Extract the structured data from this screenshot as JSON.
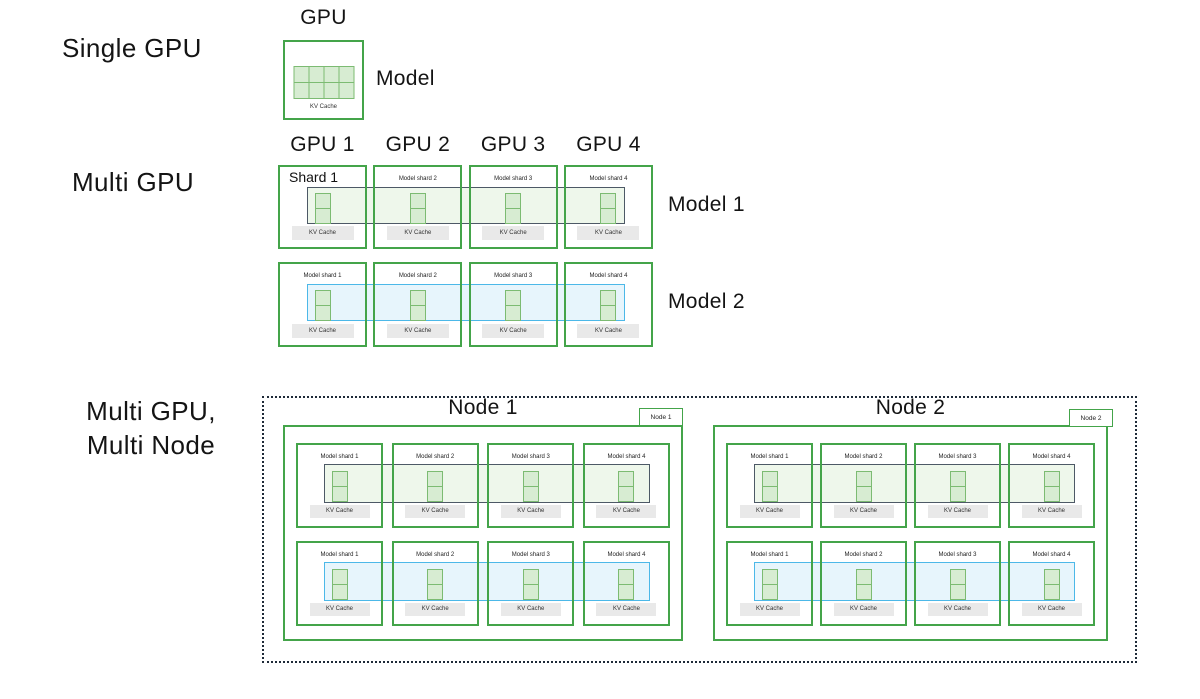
{
  "colors": {
    "green": "#44a44a",
    "cell_fill": "#d7ecd2",
    "cell_border": "#7cbb72",
    "kv_bg": "#e9e9e9",
    "band_dark_border": "#4d5966",
    "band_dark_fill": "rgba(213,235,205,0.40)",
    "band_blue_border": "#4cb8e8",
    "band_blue_fill": "rgba(211,236,250,0.55)",
    "dotted_border": "#1e2a38",
    "text": "#141414"
  },
  "single_gpu": {
    "section_label": "Single GPU",
    "gpu_title": "GPU",
    "model_label": "Model",
    "kv_cache_label": "KV Cache"
  },
  "multi_gpu": {
    "section_label": "Multi GPU",
    "gpu_headings": [
      "GPU 1",
      "GPU 2",
      "GPU 3",
      "GPU 4"
    ],
    "rows": [
      {
        "model_label": "Model 1",
        "kv_cache_label": "KV Cache",
        "shards": [
          "Shard 1",
          "Model shard 2",
          "Model shard 3",
          "Model shard 4"
        ]
      },
      {
        "model_label": "Model 2",
        "kv_cache_label": "KV Cache",
        "shards": [
          "Model shard 1",
          "Model shard 2",
          "Model shard 3",
          "Model shard 4"
        ]
      }
    ]
  },
  "multi_node": {
    "section_label_line1": "Multi GPU,",
    "section_label_line2": "Multi Node",
    "nodes": [
      {
        "title": "Node 1",
        "tag": "Node 1",
        "rows": [
          {
            "kv_cache_label": "KV Cache",
            "shards": [
              "Model shard 1",
              "Model shard 2",
              "Model shard 3",
              "Model shard 4"
            ]
          },
          {
            "kv_cache_label": "KV Cache",
            "shards": [
              "Model shard 1",
              "Model shard 2",
              "Model shard 3",
              "Model shard 4"
            ]
          }
        ]
      },
      {
        "title": "Node 2",
        "tag": "Node 2",
        "rows": [
          {
            "kv_cache_label": "KV Cache",
            "shards": [
              "Model shard 1",
              "Model shard 2",
              "Model shard 3",
              "Model shard 4"
            ]
          },
          {
            "kv_cache_label": "KV Cache",
            "shards": [
              "Model shard 1",
              "Model shard 2",
              "Model shard 3",
              "Model shard 4"
            ]
          }
        ]
      }
    ]
  }
}
